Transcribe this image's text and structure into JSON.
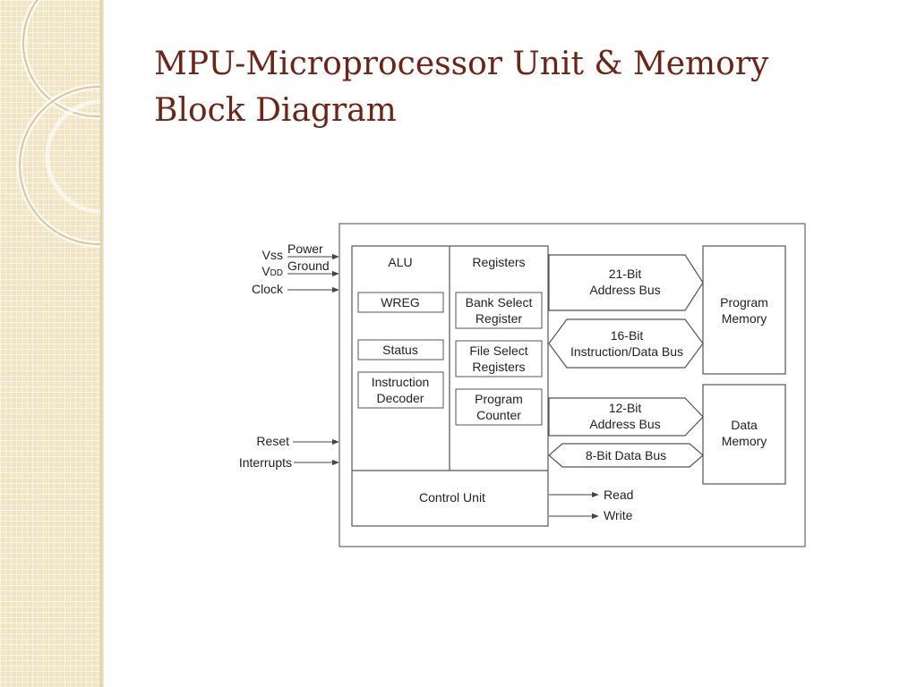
{
  "slide": {
    "title_line1": "MPU-Microprocessor Unit & Memory",
    "title_line2": "Block Diagram"
  },
  "diagram": {
    "cpu": {
      "alu": "ALU",
      "wreg": "WREG",
      "status": "Status",
      "instruction_decoder": [
        "Instruction",
        "Decoder"
      ],
      "registers": "Registers",
      "bank_select_register": [
        "Bank Select",
        "Register"
      ],
      "file_select_registers": [
        "File Select",
        "Registers"
      ],
      "program_counter": [
        "Program",
        "Counter"
      ],
      "control_unit": "Control Unit"
    },
    "inputs": {
      "vss": "Vss",
      "vdd_v": "V",
      "vdd_sub": "DD",
      "power": "Power",
      "ground": "Ground",
      "clock": "Clock",
      "reset": "Reset",
      "interrupts": "Interrupts"
    },
    "buses": {
      "program_address": [
        "21-Bit",
        "Address Bus"
      ],
      "instruction_data": [
        "16-Bit",
        "Instruction/Data Bus"
      ],
      "data_address": [
        "12-Bit",
        "Address Bus"
      ],
      "data_bus": "8-Bit Data Bus"
    },
    "memory": {
      "program_memory": [
        "Program",
        "Memory"
      ],
      "data_memory": [
        "Data",
        "Memory"
      ]
    },
    "outputs": {
      "read": "Read",
      "write": "Write"
    }
  },
  "colors": {
    "title": "#6e2414",
    "sidebar": "#f1e4c2",
    "lines": "#555555"
  }
}
